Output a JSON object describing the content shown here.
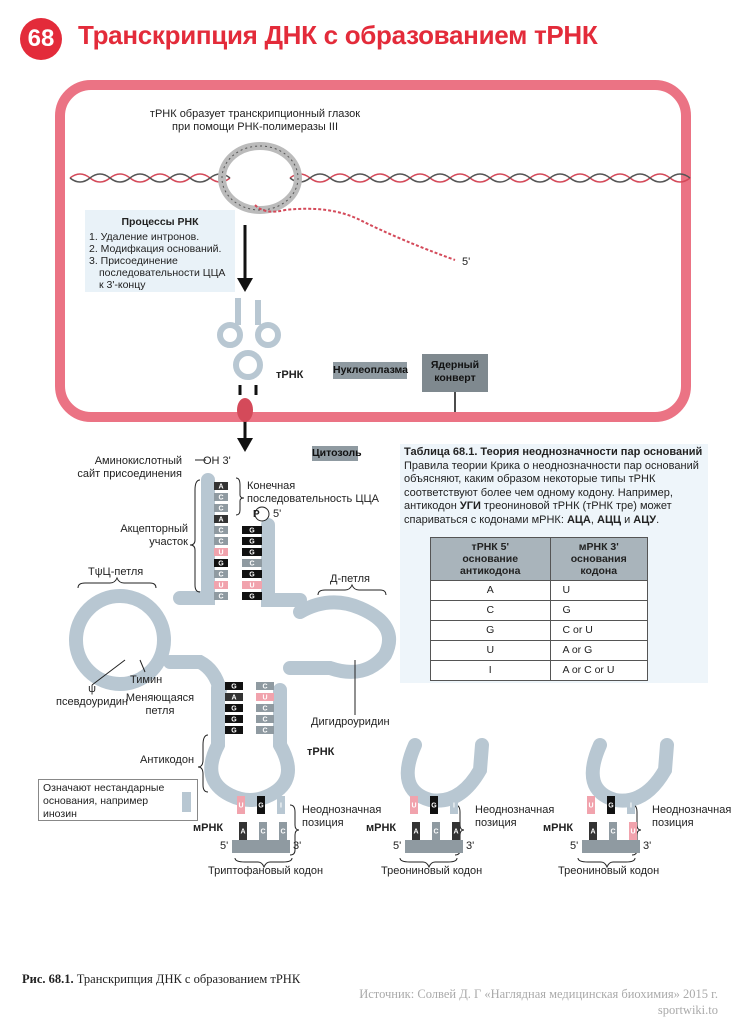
{
  "header": {
    "number": "68",
    "title": "Транскрипция ДНК с образованием тРНК"
  },
  "nucleus": {
    "eye_label_1": "тРНК образует транскрипционный глазок",
    "eye_label_2": "при помощи РНК-полимеразы III",
    "five_prime": "5'",
    "processes": {
      "title": "Процессы РНК",
      "items": [
        "1. Удаление интронов.",
        "2. Модифкация оснований.",
        "3. Присоединение",
        "последовательности ЦЦА",
        "к 3'-концу"
      ]
    },
    "trna_label": "тРНК",
    "nucleoplasm": "Нуклеоплазма",
    "envelope_1": "Ядерный",
    "envelope_2": "конверт"
  },
  "cytosol": "Цитозоль",
  "trna": {
    "amino_site_1": "Аминокислотный",
    "amino_site_2": "сайт присоединения",
    "oh3": "OH  3'",
    "terminal_1": "Конечная",
    "terminal_2": "последовательность ЦЦА",
    "p": "P",
    "five": "5'",
    "acceptor_1": "Акцепторный",
    "acceptor_2": "участок",
    "tpsic": "ТψЦ-петля",
    "d_loop": "Д-петля",
    "psi_1": "ψ",
    "psi_2": "псевдоуридин",
    "thymine": "Тимин",
    "variable_1": "Меняющаяся",
    "variable_2": "петля",
    "dihydro": "Дигидроуридин",
    "anticodon": "Антикодон",
    "trna": "тРНК",
    "acceptor_3prime": [
      "A",
      "C",
      "C",
      "A",
      "C",
      "C",
      "U",
      "G",
      "C",
      "U",
      "C"
    ],
    "acceptor_5prime": [
      "G",
      "G",
      "G",
      "C",
      "G",
      "U",
      "G"
    ],
    "anticodon_stem_left": [
      "G",
      "A",
      "G",
      "G",
      "G"
    ],
    "anticodon_stem_right": [
      "C",
      "U",
      "C",
      "C",
      "C"
    ]
  },
  "legend": {
    "line1": "Означают нестандарные",
    "line2": "основания, например",
    "line3": "инозин"
  },
  "codons": [
    {
      "mrna": "мРНК",
      "ambig_1": "Неоднозначная",
      "ambig_2": "позиция",
      "five": "5'",
      "three": "3'",
      "name": "Триптофановый кодон",
      "anticodon": [
        "U",
        "G",
        "I"
      ],
      "bases": [
        "A",
        "C",
        "C"
      ]
    },
    {
      "mrna": "мРНК",
      "ambig_1": "Неоднозначная",
      "ambig_2": "позиция",
      "five": "5'",
      "three": "3'",
      "name": "Треониновый кодон",
      "anticodon": [
        "U",
        "G",
        "I"
      ],
      "bases": [
        "A",
        "C",
        "A"
      ]
    },
    {
      "mrna": "мРНК",
      "ambig_1": "Неоднозначная",
      "ambig_2": "позиция",
      "five": "5'",
      "three": "3'",
      "name": "Треониновый кодон",
      "anticodon": [
        "U",
        "G",
        "I"
      ],
      "bases": [
        "A",
        "C",
        "U"
      ]
    }
  ],
  "table": {
    "title": "Таблица 68.1. Теория неоднозначности пар оснований",
    "text_1": "Правила теории Крика о неоднозначности пар оснований",
    "text_2": "объясняют, каким образом некоторые типы тРНК",
    "text_3": "соответствуют более чем одному кодону. Например,",
    "text_4a": "антикодон ",
    "text_4b": "УГИ",
    "text_4c": " треониновой тРНК (тРНК тре) может",
    "text_5a": "спариваться с кодонами мРНК: ",
    "text_5b": "АЦА",
    "text_5c": ", ",
    "text_5d": "АЦЦ",
    "text_5e": " и ",
    "text_5f": "АЦУ",
    "text_5g": ".",
    "headers": [
      [
        "тРНК 5'",
        "основание антикодона"
      ],
      [
        "мРНК 3'",
        "основания кодона"
      ]
    ],
    "rows": [
      [
        "A",
        "U"
      ],
      [
        "C",
        "G"
      ],
      [
        "G",
        "C or U"
      ],
      [
        "U",
        "A or G"
      ],
      [
        "I",
        "A or C or U"
      ]
    ]
  },
  "caption": {
    "label": "Рис. 68.1.",
    "text": " Транскрипция ДНК с образованием тРНК"
  },
  "source": {
    "line1": "Источник: Солвей Д. Г «Наглядная медицинская биохимия» 2015 г.",
    "line2": "sportwiki.to"
  },
  "colors": {
    "accent": "#e32b3a",
    "frame": "#eb7384",
    "strand": "#b8c7d2",
    "pink": "#f1a3ad",
    "dark": "#1c1c1c",
    "gray": "#8f9aa1"
  }
}
